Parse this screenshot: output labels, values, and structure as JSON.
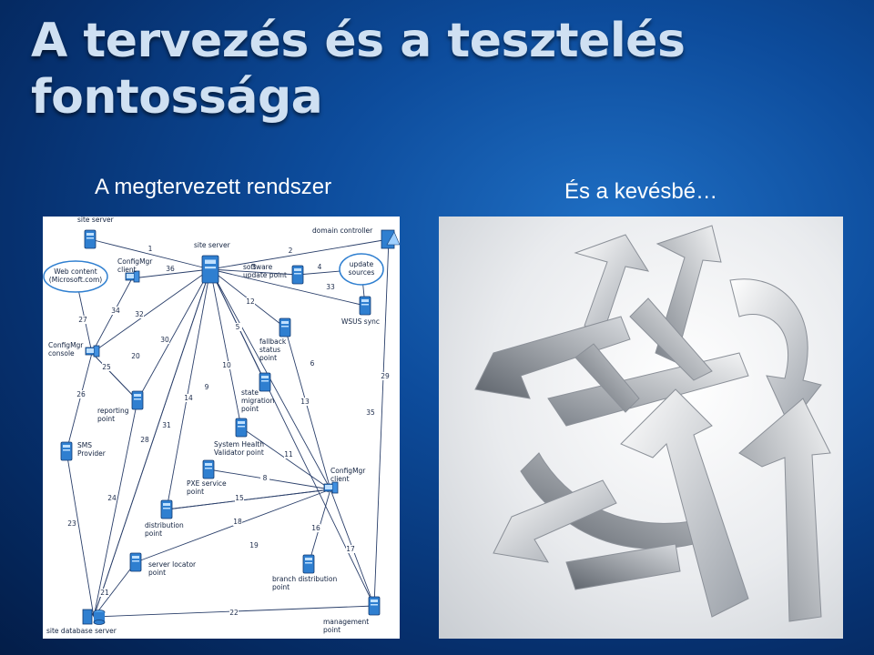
{
  "slide": {
    "title_line1": "A tervezés és a tesztelés",
    "title_line2": "fontossága",
    "left_heading": "A megtervezett rendszer",
    "right_heading": "És a kevésbé…"
  },
  "diagram": {
    "nodes": [
      {
        "id": "site-server-top",
        "label1": "site server",
        "label2": ""
      },
      {
        "id": "web-content",
        "label1": "Web content",
        "label2": "(Microsoft.com)"
      },
      {
        "id": "configmgr-client-top",
        "label1": "ConfigMgr",
        "label2": "client"
      },
      {
        "id": "site-server",
        "label1": "site server",
        "label2": ""
      },
      {
        "id": "domain-controller",
        "label1": "domain controller",
        "label2": ""
      },
      {
        "id": "update-sources",
        "label1": "update",
        "label2": "sources"
      },
      {
        "id": "software-update-point",
        "label1": "software",
        "label2": "update point"
      },
      {
        "id": "wsus-sync",
        "label1": "WSUS sync",
        "label2": ""
      },
      {
        "id": "configmgr-console",
        "label1": "ConfigMgr",
        "label2": "console"
      },
      {
        "id": "fallback-status-point",
        "label1": "fallback",
        "label2": "status",
        "label3": "point"
      },
      {
        "id": "reporting-point",
        "label1": "reporting",
        "label2": "point"
      },
      {
        "id": "state-migration-point",
        "label1": "state",
        "label2": "migration",
        "label3": "point"
      },
      {
        "id": "sms-provider",
        "label1": "SMS",
        "label2": "Provider"
      },
      {
        "id": "system-health-validator",
        "label1": "System Health",
        "label2": "Validator point"
      },
      {
        "id": "pxe-service-point",
        "label1": "PXE service",
        "label2": "point"
      },
      {
        "id": "configmgr-client",
        "label1": "ConfigMgr",
        "label2": "client"
      },
      {
        "id": "distribution-point",
        "label1": "distribution",
        "label2": "point"
      },
      {
        "id": "server-locator-point",
        "label1": "server locator",
        "label2": "point"
      },
      {
        "id": "branch-distribution-point",
        "label1": "branch distribution",
        "label2": "point"
      },
      {
        "id": "site-database-server",
        "label1": "site database server",
        "label2": ""
      },
      {
        "id": "management-point",
        "label1": "management",
        "label2": "point"
      }
    ],
    "edge_labels": [
      "1",
      "2",
      "3",
      "4",
      "5",
      "6",
      "8",
      "9",
      "10",
      "11",
      "12",
      "13",
      "14",
      "15",
      "16",
      "17",
      "18",
      "19",
      "20",
      "21",
      "22",
      "23",
      "24",
      "25",
      "26",
      "27",
      "28",
      "29",
      "30",
      "31",
      "32",
      "33",
      "34",
      "35",
      "36"
    ]
  }
}
